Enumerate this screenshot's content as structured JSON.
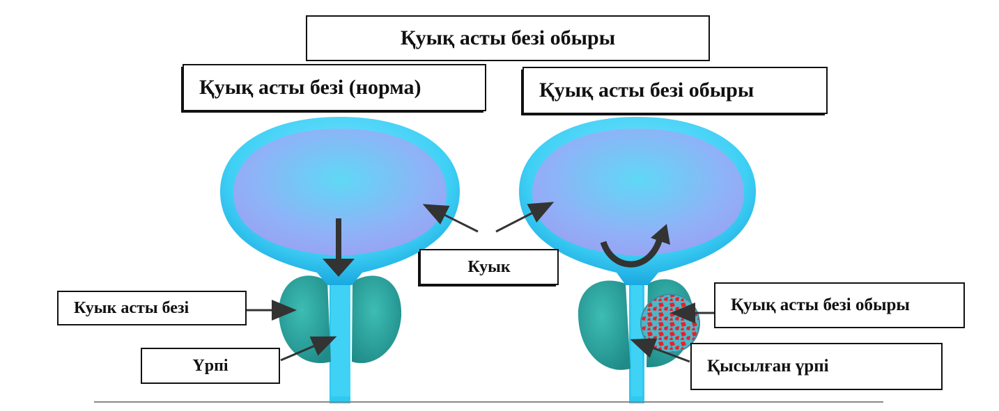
{
  "title": "Қуық асты безі обыры",
  "left_panel_title": "Қуық асты безі (норма)",
  "right_panel_title": "Қуық асты безі обыры",
  "labels": {
    "bladder": "Куык",
    "prostate": "Куык асты безі",
    "urethra": "Үрпі",
    "cancer": "Қуық асты безі обыры",
    "compressed_urethra": "Қысылған үрпі"
  },
  "colors": {
    "bladder": "#2fc8f0",
    "bladder_inner": "#8fa8f5",
    "prostate": "#2a9e9a",
    "tumor": "#e8202a",
    "arrow": "#333333"
  }
}
